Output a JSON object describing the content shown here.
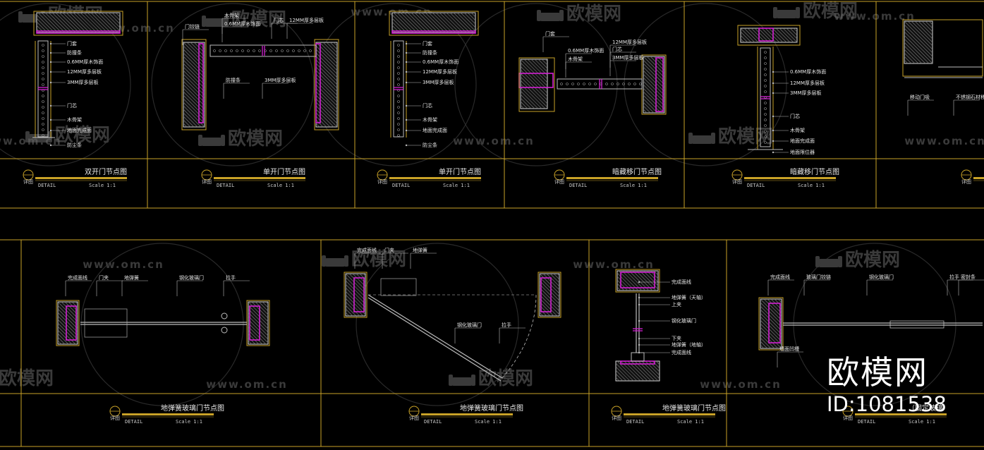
{
  "colors": {
    "frame": "#c9a227",
    "wall": "#d8d8d8",
    "magenta": "#d21fd2",
    "annot": "#e6e6e6",
    "door": "#bdbdbd",
    "background": "#000000"
  },
  "watermark": {
    "brand": "欧模网",
    "url": "www.om.cn",
    "icon": "sofa-icon"
  },
  "brand_overlay": {
    "name": "欧模网",
    "id": "ID:1081538"
  },
  "panels": [
    {
      "title": "双开门节点图",
      "badge": "详图",
      "detail": "DETAIL",
      "scale": "Scale 1:1",
      "labels": [
        "门套",
        "防撞条",
        "0.6MM厚木饰面",
        "12MM厚多层板",
        "3MM厚多层板",
        "门芯",
        "木骨架",
        "地面完成面",
        "防尘条"
      ]
    },
    {
      "title": "单开门节点图",
      "badge": "详图",
      "detail": "DETAIL",
      "scale": "Scale 1:1",
      "labels": [
        "木骨架",
        "0.6MM厚木饰面",
        "门芯",
        "12MM厚多层板",
        "门铰链",
        "防撞条",
        "3MM厚多层板"
      ]
    },
    {
      "title": "单开门节点图",
      "badge": "详图",
      "detail": "DETAIL",
      "scale": "Scale 1:1",
      "labels": [
        "门套",
        "防撞条",
        "0.6MM厚木饰面",
        "12MM厚多层板",
        "3MM厚多层板",
        "门芯",
        "木骨架",
        "地面完成面",
        "防尘条"
      ]
    },
    {
      "title": "暗藏移门节点图",
      "badge": "详图",
      "detail": "DETAIL",
      "scale": "Scale 1:1",
      "labels": [
        "门套",
        "0.6MM厚木饰面",
        "木骨架",
        "12MM厚多层板",
        "门芯",
        "3MM厚多层板"
      ]
    },
    {
      "title": "暗藏移门节点图",
      "badge": "详图",
      "detail": "DETAIL",
      "scale": "Scale 1:1",
      "labels": [
        "0.6MM厚木饰面",
        "12MM厚多层板",
        "3MM厚多层板",
        "门芯",
        "木骨架",
        "地面完成面",
        "地面限位器"
      ]
    },
    {
      "title": "",
      "badge": "详图",
      "detail": "",
      "scale": "",
      "labels": [
        "移动门吸",
        "不锈钢石材移门"
      ]
    },
    {
      "title": "地弹簧玻璃门节点图",
      "badge": "详图",
      "detail": "DETAIL",
      "scale": "Scale 1:1",
      "labels": [
        "完成面线",
        "门夹",
        "地弹簧",
        "钢化玻璃门",
        "拉手"
      ]
    },
    {
      "title": "地弹簧玻璃门节点图",
      "badge": "详图",
      "detail": "DETAIL",
      "scale": "Scale 1:1",
      "labels": [
        "完成面线",
        "门夹",
        "地弹簧",
        "钢化玻璃门",
        "拉手"
      ]
    },
    {
      "title": "地弹簧玻璃门节点图",
      "badge": "详图",
      "detail": "DETAIL",
      "scale": "Scale 1:1",
      "labels": [
        "完成面线",
        "地弹簧（天轴）",
        "上夹",
        "钢化玻璃门",
        "下夹",
        "地弹簧（地轴）",
        "完成面线"
      ]
    },
    {
      "title": "（固定玻璃",
      "badge": "详图",
      "detail": "DETAIL",
      "scale": "Scale 1:1",
      "labels": [
        "完成面线",
        "玻璃门铰链",
        "钢化玻璃门",
        "拉手",
        "密封条",
        "墙面凹槽"
      ]
    }
  ]
}
